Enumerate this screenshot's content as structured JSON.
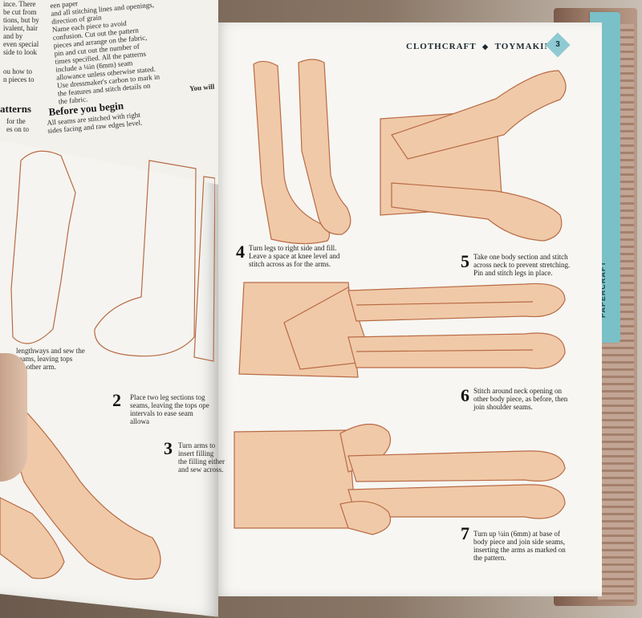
{
  "header": {
    "section": "CLOTHCRAFT",
    "separator": "◆",
    "subsection": "TOYMAKING",
    "page_number": "3"
  },
  "side_tab": {
    "label": "PAPERCRAFT"
  },
  "right_steps": [
    {
      "num": "4",
      "text": "Turn legs to right side and fill. Leave a space at knee level and stitch across as for the arms."
    },
    {
      "num": "5",
      "text": "Take one body section and stitch across neck to prevent stretching. Pin and stitch legs in place."
    },
    {
      "num": "6",
      "text": "Stitch around neck opening on other body piece, as before, then join shoulder seams."
    },
    {
      "num": "7",
      "text": "Turn up ¼in (6mm) at base of body piece and join side seams, inserting the arms as marked on the pattern."
    }
  ],
  "left_page": {
    "top_col1": [
      "ince. There",
      "be cut from",
      "tions, but by",
      "ivalent, hair",
      "and by",
      "even special",
      "side to look"
    ],
    "top_col1b": [
      "ou how to",
      "n pieces to"
    ],
    "top_col2": [
      "een paper",
      "and all stitching lines and openings,",
      "direction of grain",
      "Name each piece to avoid",
      "confusion. Cut out the pattern",
      "pieces and arrange on the fabric,",
      "pin and cut out the number of",
      "times specified. All the patterns",
      "include a ¼in (6mm) seam",
      "allowance unless otherwise stated.",
      "Use dressmaker's carbon to mark in",
      "the features and stitch details on",
      "the fabric."
    ],
    "patterns_heading": "atterns",
    "patterns_text": [
      "for the",
      "es on to"
    ],
    "before_heading": "Before you begin",
    "before_text": [
      "All seams are stitched with right",
      "sides facing and raw edges level."
    ],
    "you_will_heading": "You will",
    "step1_partial": [
      "lengthways and sew the",
      "seams, leaving tops",
      "for other arm."
    ],
    "step2_num": "2",
    "step2_partial": [
      "Place two leg sections tog",
      "seams, leaving the tops ope",
      "intervals to ease seam allowa"
    ],
    "step3_num": "3",
    "step3_partial": [
      "Turn arms to",
      "insert filling",
      "the filling either",
      "and sew across."
    ]
  }
}
